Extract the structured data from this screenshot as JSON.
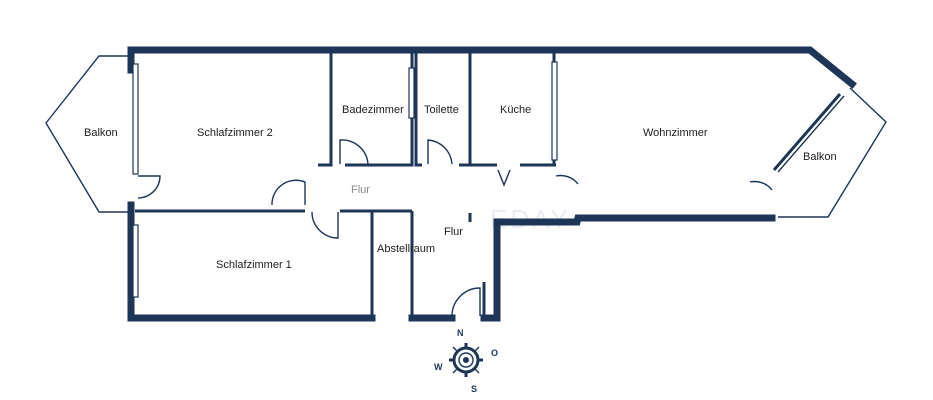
{
  "rooms": {
    "balkon_left": "Balkon",
    "schlafzimmer_2": "Schlafzimmer 2",
    "badezimmer": "Badezimmer",
    "toilette": "Toilette",
    "kueche": "Küche",
    "wohnzimmer": "Wohnzimmer",
    "balkon_right": "Balkon",
    "flur_upper": "Flur",
    "flur_lower": "Flur",
    "abstellraum": "Abstellraum",
    "schlafzimmer_1": "Schlafzimmer 1"
  },
  "compass": {
    "north": "N",
    "east": "O",
    "south": "S",
    "west": "W"
  },
  "watermark": "EDAY",
  "colors": {
    "wall": "#1d3557",
    "label": "#1d1d1d",
    "muted_label": "#8a8a8a"
  }
}
